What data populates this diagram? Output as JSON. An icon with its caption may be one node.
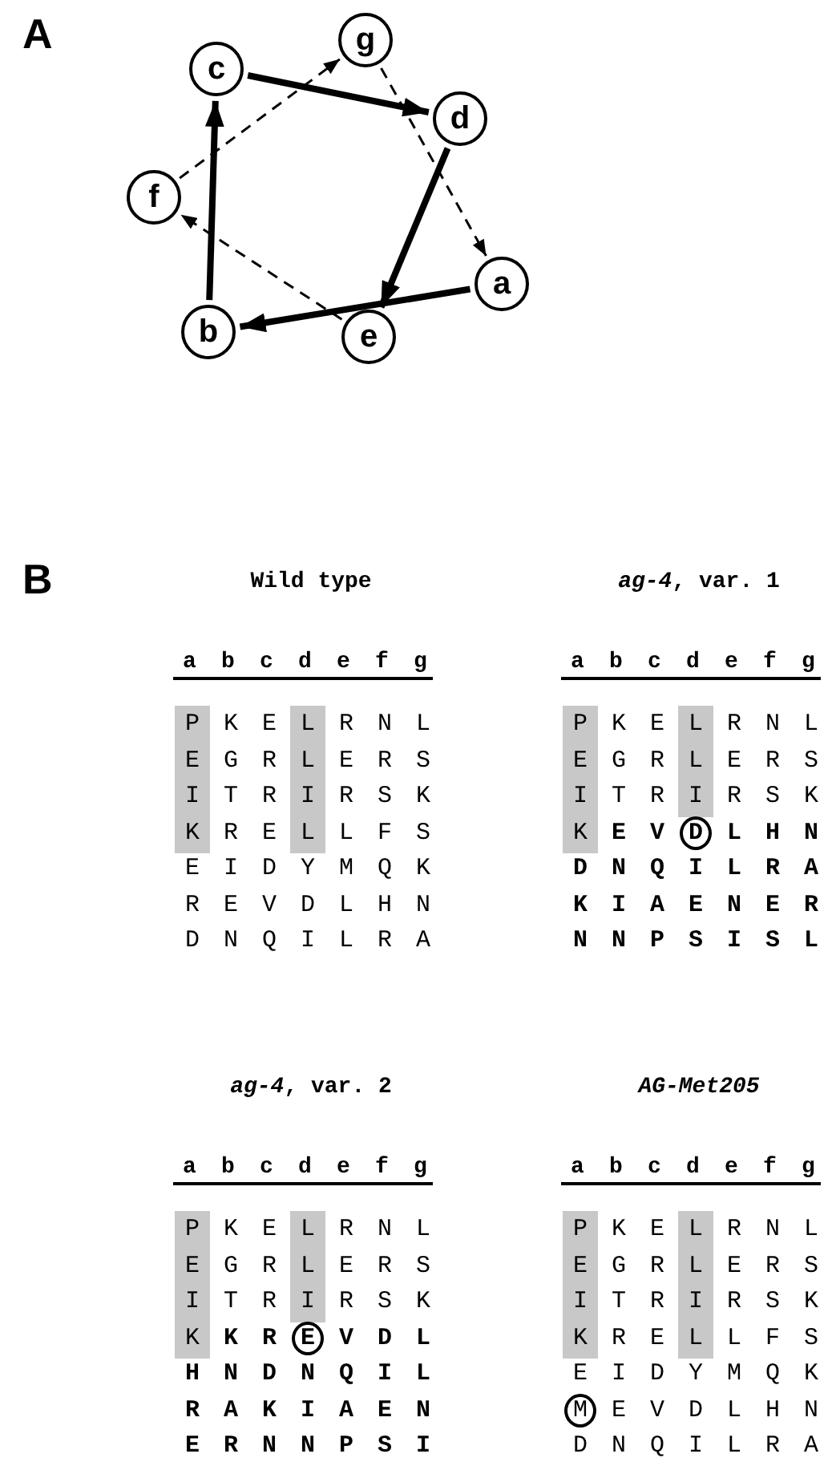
{
  "diagram": {
    "nodes": [
      {
        "text": [
          "c"
        ]
      },
      {
        "text": [
          "g"
        ]
      },
      {
        "text": [
          "d"
        ]
      },
      {
        "text": [
          "f"
        ]
      },
      {
        "text": [
          "a"
        ]
      },
      {
        "text": [
          "b"
        ]
      },
      {
        "text": [
          "e"
        ]
      }
    ],
    "edges": [
      {
        "from": 4,
        "to": 5,
        "arrow": "to"
      },
      {
        "from": 5,
        "to": 0,
        "arrow": "to"
      },
      {
        "from": 0,
        "to": 2,
        "arrow": "to"
      },
      {
        "from": 2,
        "to": 6,
        "arrow": "to"
      },
      {
        "from": 6,
        "to": 3,
        "arrow": "to",
        "style": "dashed"
      },
      {
        "from": 3,
        "to": 1,
        "arrow": "to",
        "style": "dashed"
      },
      {
        "from": 1,
        "to": 4,
        "arrow": "to",
        "style": "dashed"
      }
    ],
    "labels": [
      "A",
      "B",
      "Wild type",
      "a b c d e f g",
      "P",
      "K",
      "E",
      "L",
      "R",
      "N",
      "L",
      "E",
      "G",
      "R",
      "L",
      "E",
      "R",
      "S",
      "I",
      "T",
      "R",
      "I",
      "R",
      "S",
      "K",
      "K",
      "R",
      "E",
      "L",
      "L",
      "F",
      "S",
      "E",
      "I",
      "D",
      "Y",
      "M",
      "Q",
      "K",
      "R",
      "E",
      "V",
      "D",
      "L",
      "H",
      "N",
      "D",
      "N",
      "Q",
      "I",
      "L",
      "R",
      "A",
      "*ag-4*, var. 1",
      "a b c d e f g",
      "P",
      "K",
      "E",
      "L",
      "R",
      "N",
      "L",
      "E",
      "G",
      "R",
      "L",
      "E",
      "R",
      "S",
      "I",
      "T",
      "R",
      "I",
      "R",
      "S",
      "K",
      "K",
      "E",
      "V",
      "D",
      "L",
      "H",
      "N",
      "D",
      "N",
      "Q",
      "I",
      "L",
      "R",
      "A",
      "K",
      "I",
      "A",
      "E",
      "N",
      "E",
      "R",
      "N",
      "N",
      "P",
      "S",
      "I",
      "S",
      "L",
      "*ag-4*, var. 2",
      "a b c d e f g",
      "P",
      "K",
      "E",
      "L",
      "R",
      "N",
      "L",
      "E",
      "G",
      "R",
      "L",
      "E",
      "R",
      "S",
      "I",
      "T",
      "R",
      "I",
      "R",
      "S",
      "K",
      "K",
      "K",
      "R",
      "E",
      "V",
      "D",
      "L",
      "H",
      "N",
      "D",
      "N",
      "Q",
      "I",
      "L",
      "R",
      "A",
      "K",
      "I",
      "A",
      "E",
      "N",
      "E",
      "R",
      "N",
      "N",
      "P",
      "S",
      "I",
      "AG-Met205",
      "a b c d e f g",
      "P",
      "K",
      "E",
      "L",
      "R",
      "N",
      "L",
      "E",
      "G",
      "R",
      "L",
      "E",
      "R",
      "S",
      "I",
      "T",
      "R",
      "I",
      "R",
      "S",
      "K",
      "K",
      "R",
      "E",
      "L",
      "L",
      "F",
      "S",
      "E",
      "I",
      "D",
      "Y",
      "M",
      "Q",
      "K",
      "M",
      "E",
      "V",
      "D",
      "L",
      "H",
      "N",
      "D",
      "N",
      "Q",
      "I",
      "L",
      "R",
      "A"
    ]
  }
}
